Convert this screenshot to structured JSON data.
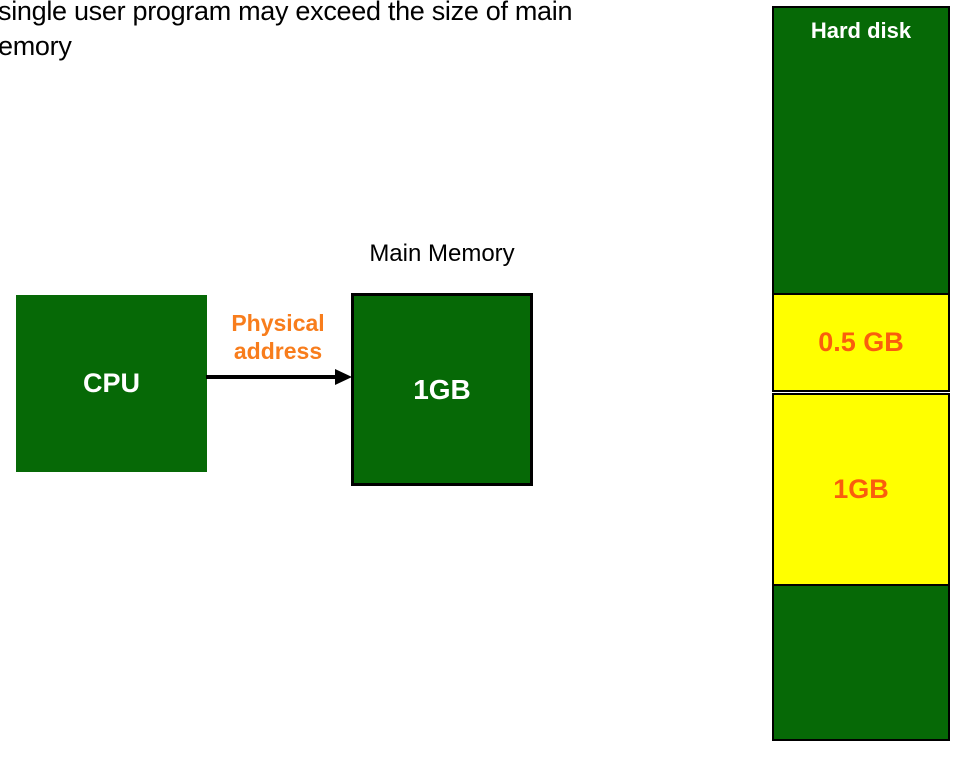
{
  "heading": {
    "line1": "single user program may exceed the size of main",
    "line2": "emory"
  },
  "diagram": {
    "cpu_label": "CPU",
    "main_memory_title": "Main Memory",
    "main_memory_size": "1GB",
    "arrow_label": "Physical address",
    "hard_disk": {
      "title": "Hard disk",
      "sections": [
        {
          "label": "",
          "color": "green"
        },
        {
          "label": "0.5 GB",
          "color": "yellow"
        },
        {
          "label": "1GB",
          "color": "yellow"
        },
        {
          "label": "",
          "color": "green"
        }
      ]
    }
  },
  "colors": {
    "box_green": "#066906",
    "section_yellow": "#ffff00",
    "arrow_label_orange": "#f87d1c",
    "disk_label_orange": "#fa5d0d",
    "text_black": "#000000",
    "text_white": "#ffffff"
  }
}
